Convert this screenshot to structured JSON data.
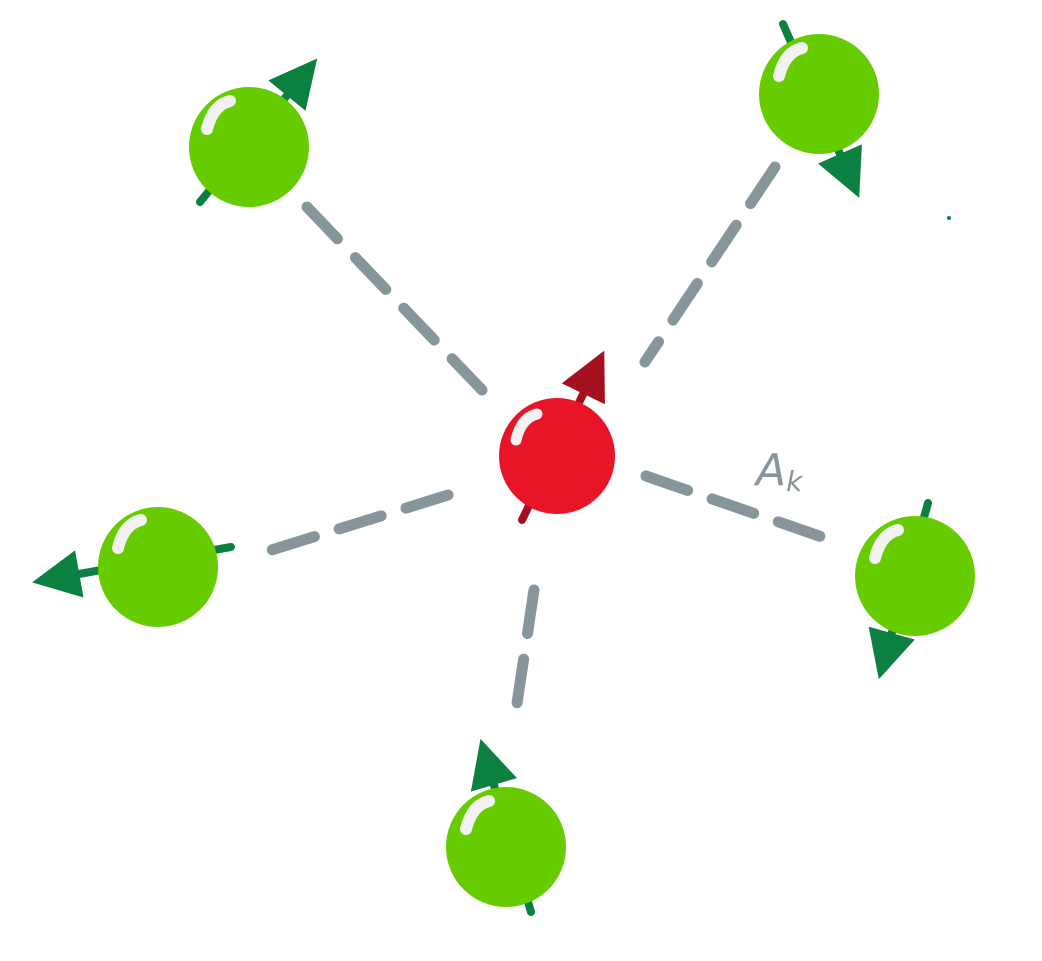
{
  "colors": {
    "background": "#ffffff",
    "coupling_line": "#87969b",
    "bath_spin": "#66cc00",
    "bath_arrow": "#0b8040",
    "central_spin": "#e81428",
    "central_arrow": "#a5101e",
    "highlight": "#f2f2f2"
  },
  "coupling_label": {
    "main": "A",
    "subscript": "k"
  },
  "icons": {
    "central": "red-sphere-with-up-arrow",
    "bath": "green-sphere-with-arrow"
  }
}
